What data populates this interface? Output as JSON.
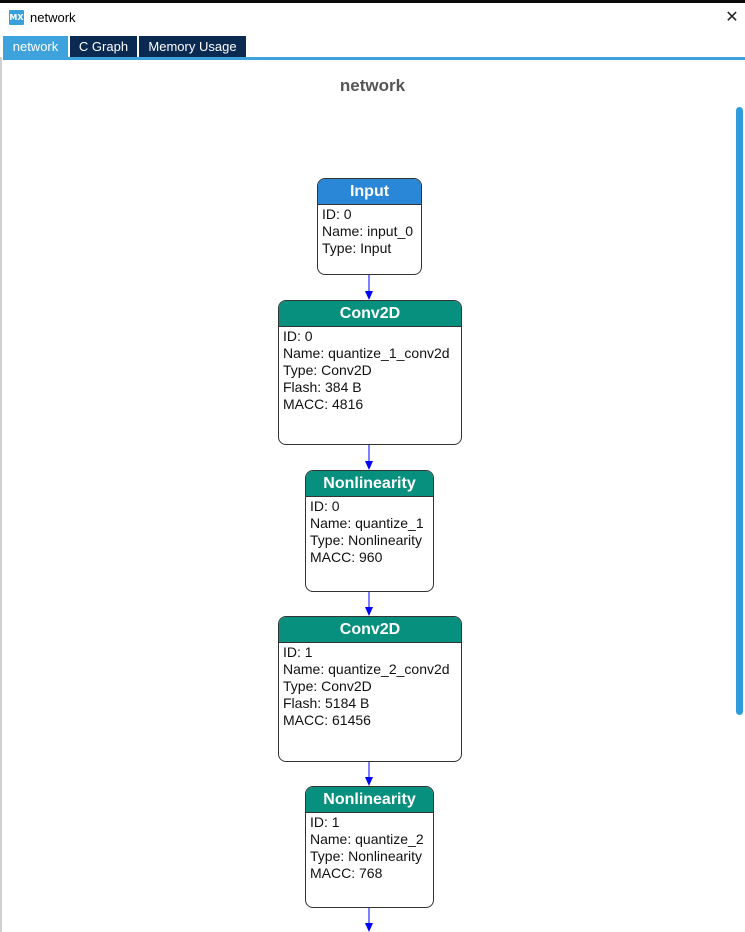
{
  "window": {
    "title": "network",
    "icon_text": "MX",
    "close_glyph": "✕"
  },
  "tabs": [
    {
      "label": "network",
      "active": true
    },
    {
      "label": "C Graph",
      "active": false
    },
    {
      "label": "Memory Usage",
      "active": false
    }
  ],
  "graph": {
    "title": "network",
    "nodes": [
      {
        "header": "Input",
        "kind": "input",
        "lines": [
          "ID: 0",
          "Name: input_0",
          "Type: Input"
        ]
      },
      {
        "header": "Conv2D",
        "kind": "layer",
        "lines": [
          "ID: 0",
          "Name: quantize_1_conv2d",
          "Type: Conv2D",
          "Flash: 384 B",
          "MACC: 4816"
        ]
      },
      {
        "header": "Nonlinearity",
        "kind": "layer",
        "lines": [
          "ID: 0",
          "Name: quantize_1",
          "Type: Nonlinearity",
          "MACC: 960"
        ]
      },
      {
        "header": "Conv2D",
        "kind": "layer",
        "lines": [
          "ID: 1",
          "Name: quantize_2_conv2d",
          "Type: Conv2D",
          "Flash: 5184 B",
          "MACC: 61456"
        ]
      },
      {
        "header": "Nonlinearity",
        "kind": "layer",
        "lines": [
          "ID: 1",
          "Name: quantize_2",
          "Type: Nonlinearity",
          "MACC: 768"
        ]
      }
    ]
  },
  "colors": {
    "tab_active": "#3ea2dc",
    "tab_inactive": "#0b2a52",
    "input_header": "#2a86d6",
    "layer_header": "#08907f",
    "edge": "#0000ff"
  }
}
